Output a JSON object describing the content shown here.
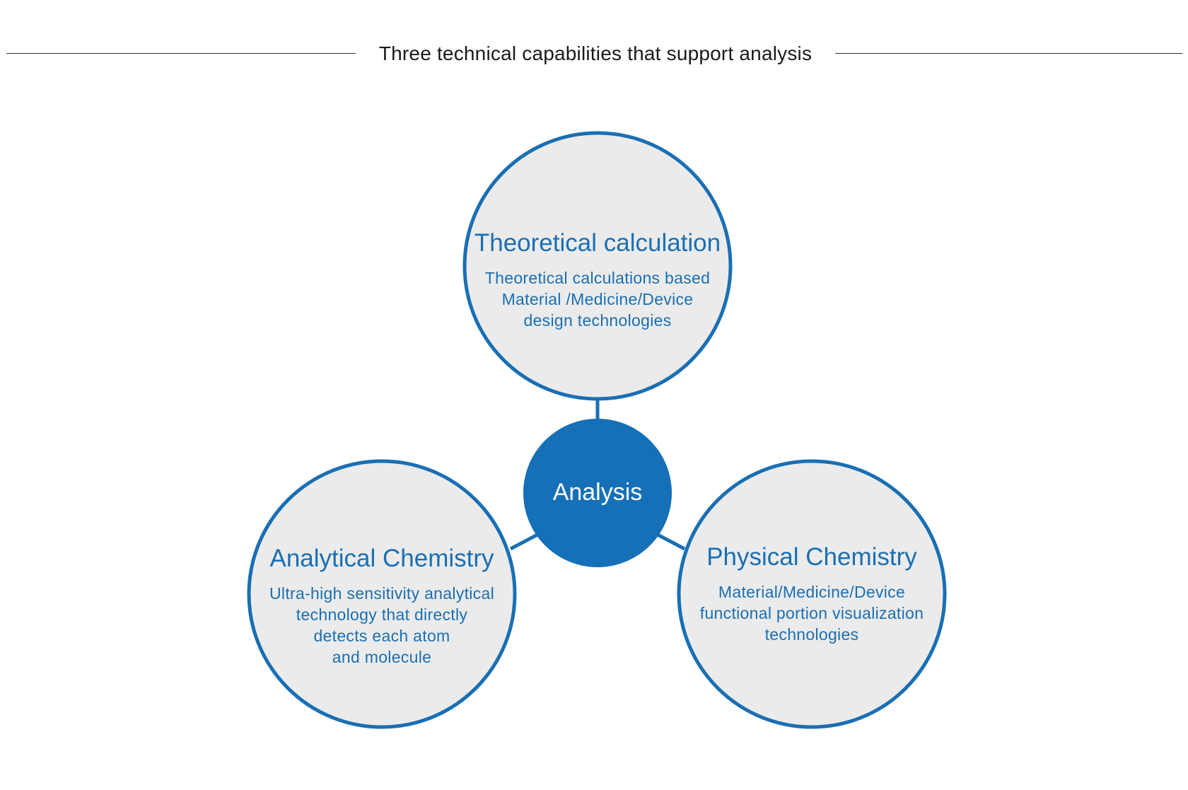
{
  "heading": "Three technical capabilities that support analysis",
  "center": {
    "label": "Analysis"
  },
  "nodes": {
    "theoretical": {
      "title": "Theoretical calculation",
      "lines": [
        "Theoretical calculations based",
        "Material /Medicine/Device",
        "design technologies"
      ]
    },
    "analytical": {
      "title": "Analytical Chemistry",
      "lines": [
        "Ultra-high sensitivity analytical",
        "technology that directly",
        "detects each atom",
        "and molecule"
      ]
    },
    "physical": {
      "title": "Physical Chemistry",
      "lines": [
        "Material/Medicine/Device",
        "functional portion visualization",
        "technologies"
      ]
    }
  },
  "colors": {
    "accent": "#1a6fb3",
    "circle_fill": "#ebebeb",
    "heading_text": "#1a1a1a"
  }
}
